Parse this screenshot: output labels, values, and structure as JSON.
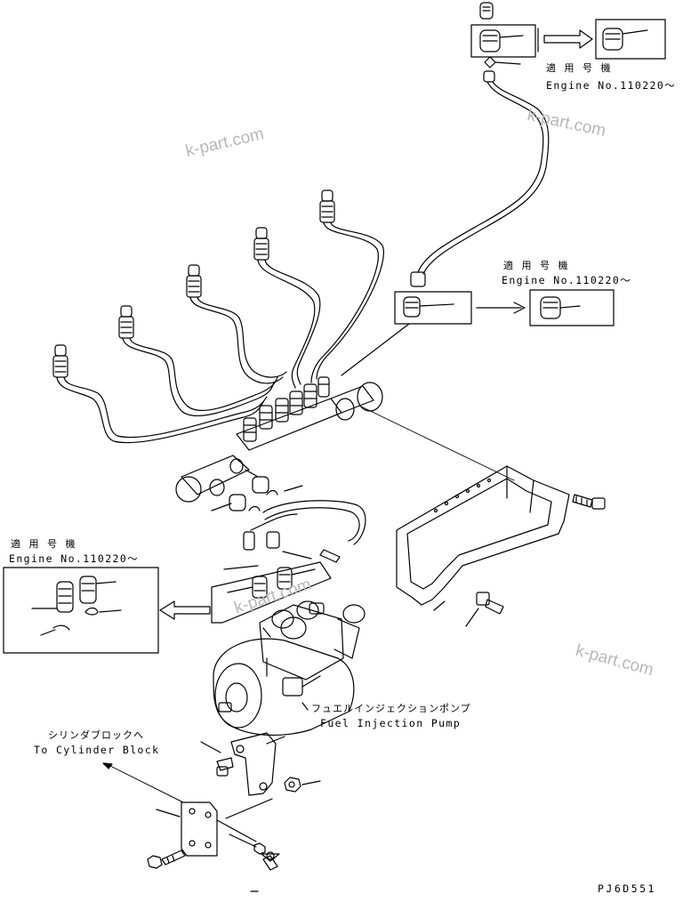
{
  "labels": {
    "applicable_jp": "適 用 号 機",
    "engine_no": "Engine No.110220～",
    "pump_jp": "フュエルインジェクションポンプ",
    "pump_en": "Fuel Injection Pump",
    "cyl_jp": "シリンダブロックへ",
    "cyl_en": "To Cylinder Block",
    "drawing_code": "PJ6D551"
  },
  "watermark": {
    "text": "k-part.com",
    "color": "#b8b8b8"
  }
}
